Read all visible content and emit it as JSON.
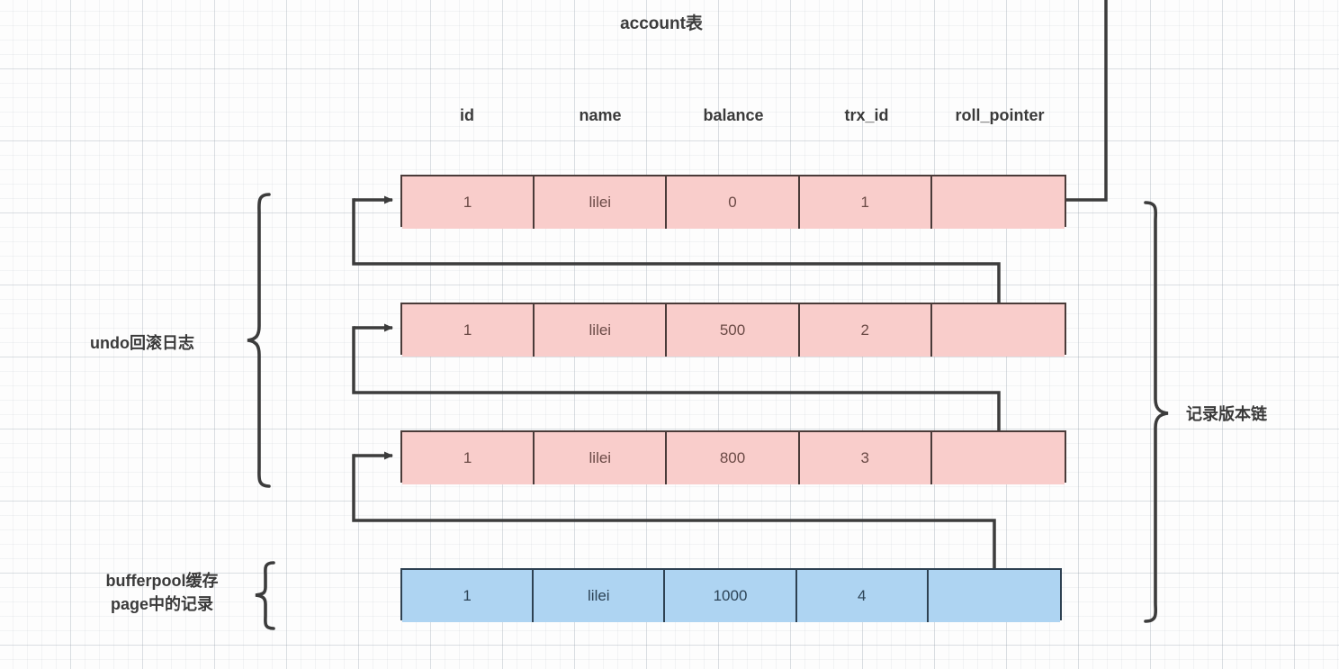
{
  "diagram": {
    "title": "account表",
    "columns": [
      "id",
      "name",
      "balance",
      "trx_id",
      "roll_pointer"
    ],
    "rows": [
      {
        "id": "1",
        "name": "lilei",
        "balance": "0",
        "trx_id": "1",
        "roll_pointer": "",
        "kind": "undo"
      },
      {
        "id": "1",
        "name": "lilei",
        "balance": "500",
        "trx_id": "2",
        "roll_pointer": "",
        "kind": "undo"
      },
      {
        "id": "1",
        "name": "lilei",
        "balance": "800",
        "trx_id": "3",
        "roll_pointer": "",
        "kind": "undo"
      },
      {
        "id": "1",
        "name": "lilei",
        "balance": "1000",
        "trx_id": "4",
        "roll_pointer": "",
        "kind": "bufferpool"
      }
    ],
    "labels": {
      "undo_group": "undo回滚日志",
      "bufferpool_group_line1": "bufferpool缓存",
      "bufferpool_group_line2": "page中的记录",
      "version_chain": "记录版本链"
    },
    "colors": {
      "undo_fill": "#f9cdcb",
      "undo_stroke": "#4a3b39",
      "bufferpool_fill": "#aed4f2",
      "bufferpool_stroke": "#2e4152",
      "connector": "#3c3c3c",
      "text": "#3a3a3a",
      "background": "#fdfdfd"
    }
  }
}
